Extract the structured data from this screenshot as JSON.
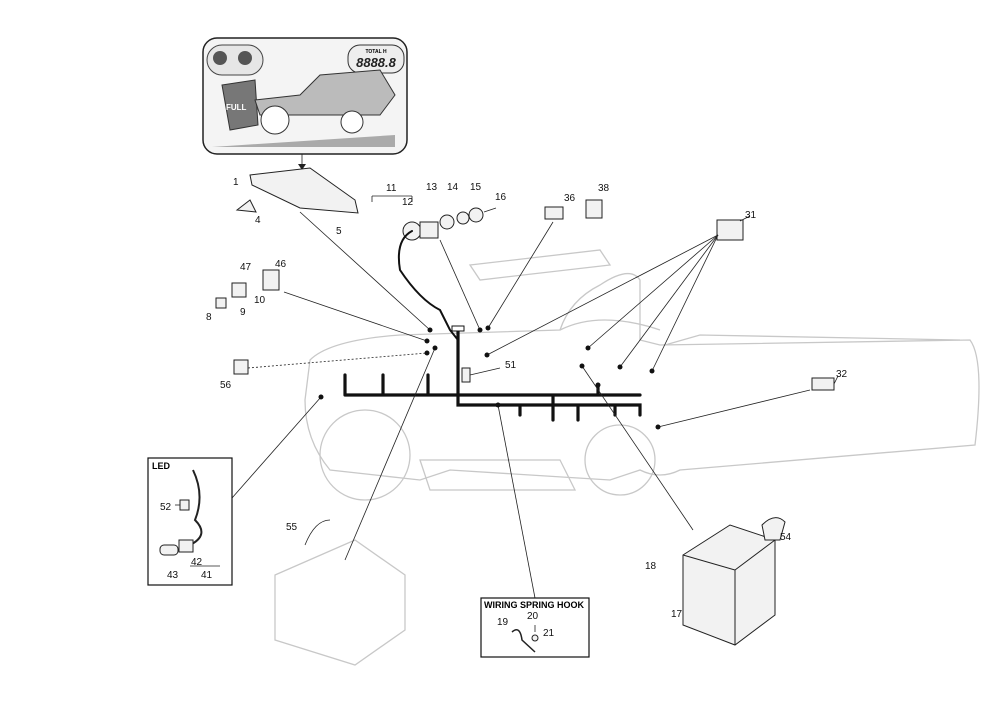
{
  "diagram": {
    "display_panel": {
      "full_label": "FULL",
      "total_label": "TOTAL H",
      "counter_value": "8888.8"
    },
    "boxes": {
      "led_title": "LED",
      "hook_title": "WIRING SPRING HOOK"
    },
    "callouts": {
      "c1": "1",
      "c4": "4",
      "c5": "5",
      "c8": "8",
      "c9": "9",
      "c10": "10",
      "c11": "11",
      "c12": "12",
      "c13": "13",
      "c14": "14",
      "c15": "15",
      "c16": "16",
      "c17": "17",
      "c18": "18",
      "c19": "19",
      "c20": "20",
      "c21": "21",
      "c31": "31",
      "c32": "32",
      "c36": "36",
      "c38": "38",
      "c41": "41",
      "c42": "42",
      "c43": "43",
      "c46": "46",
      "c47": "47",
      "c51": "51",
      "c52": "52",
      "c54": "54",
      "c55": "55",
      "c56": "56"
    }
  }
}
